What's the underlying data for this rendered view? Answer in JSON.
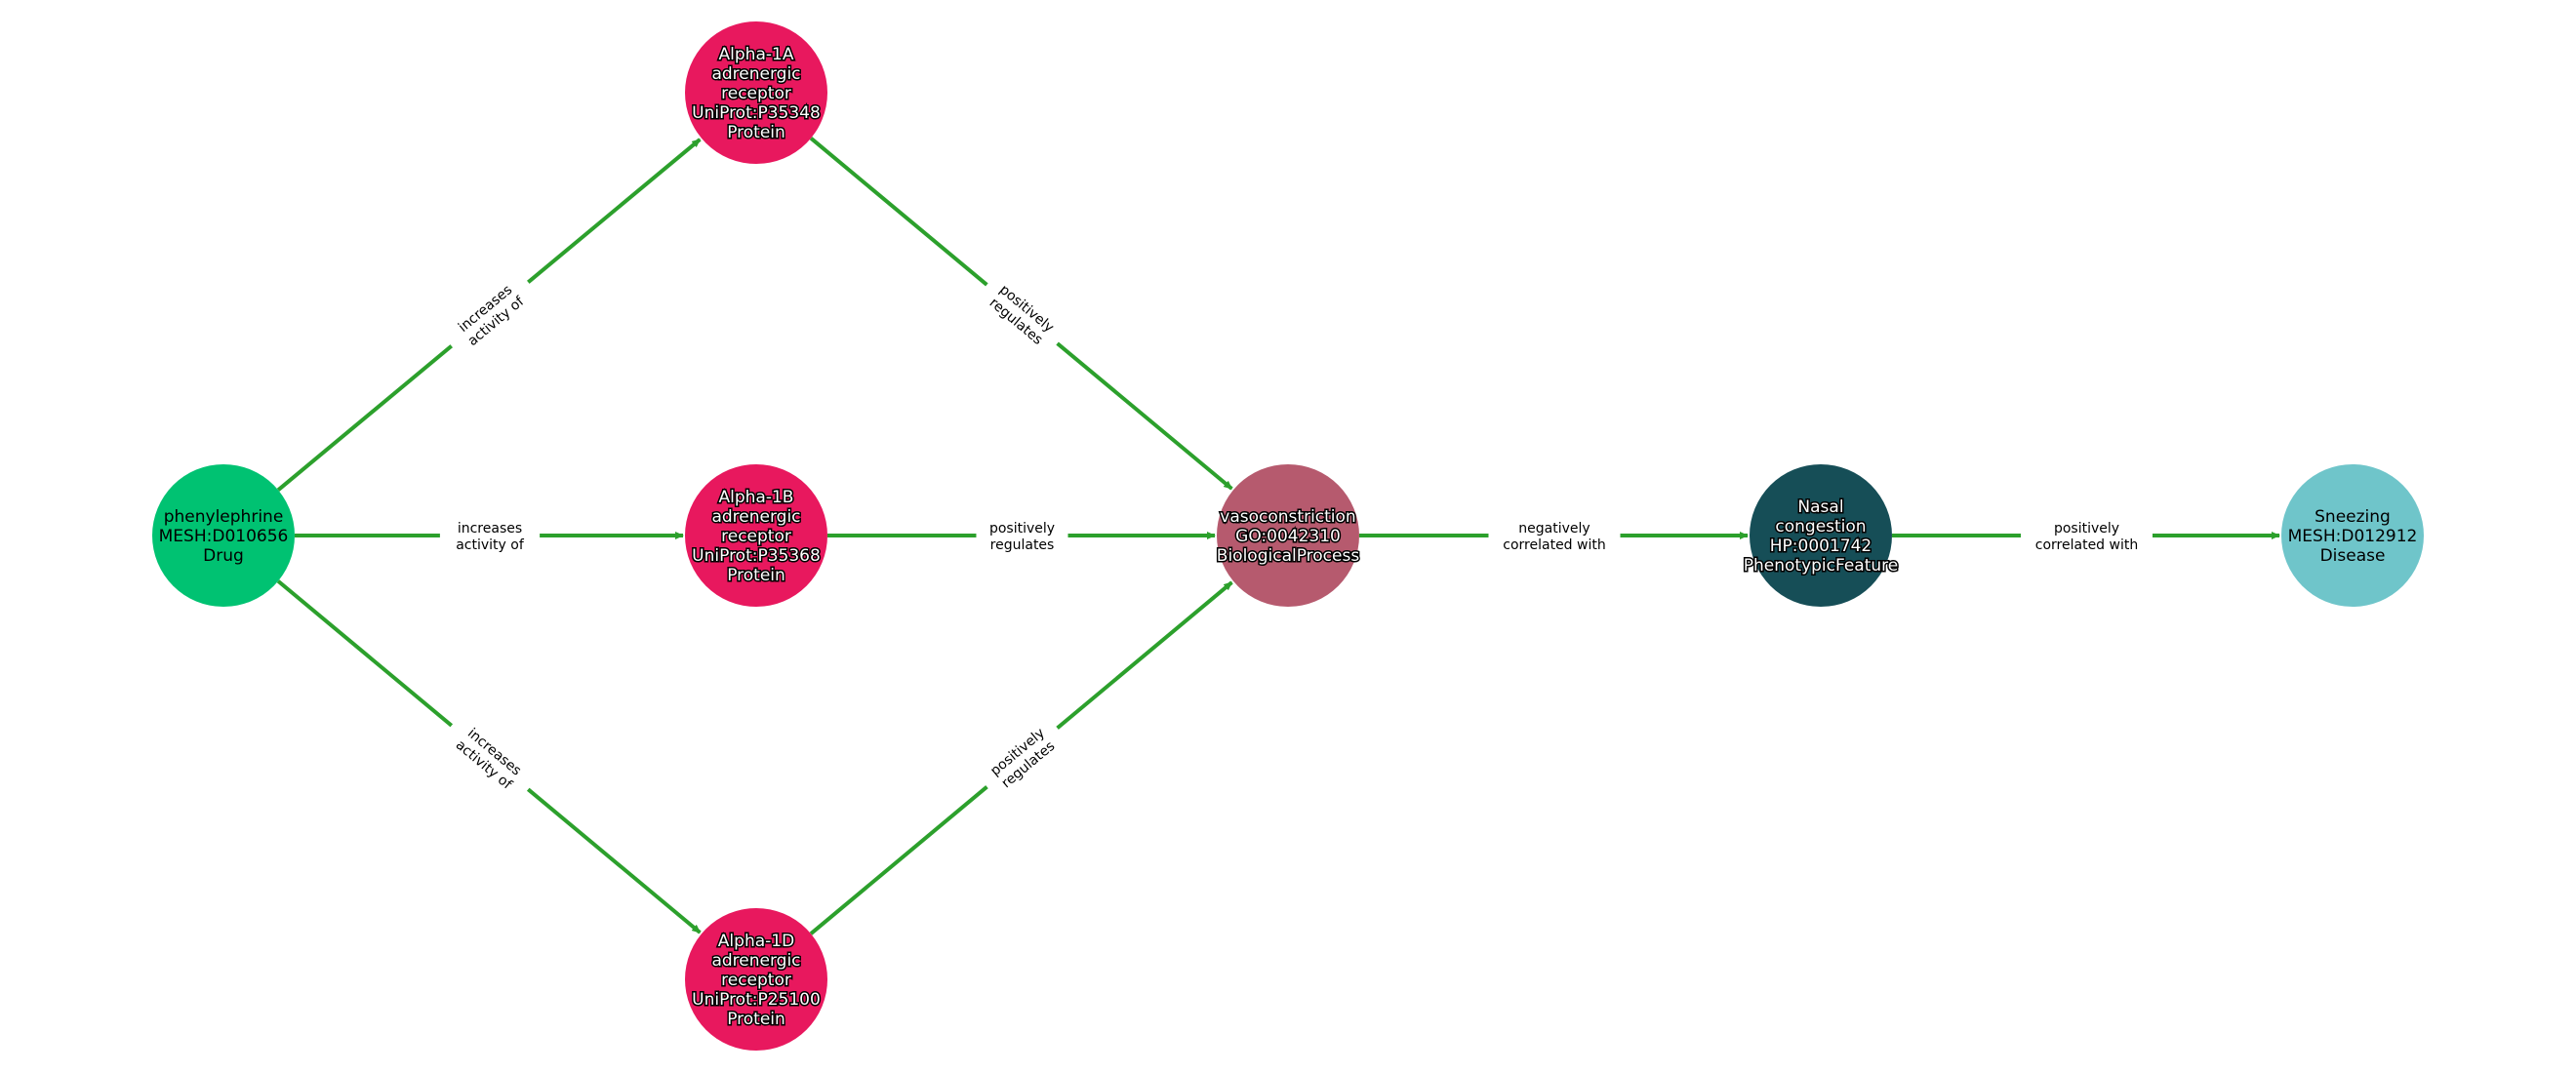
{
  "graph": {
    "edge_color": "#2ca02c",
    "nodes": [
      {
        "id": "phenylephrine",
        "lines": [
          "phenylephrine",
          "MESH:D010656",
          "Drug"
        ],
        "color": "#00c272",
        "text_style": "light"
      },
      {
        "id": "alpha1a",
        "lines": [
          "Alpha-1A",
          "adrenergic",
          "receptor",
          "UniProt:P35348",
          "Protein"
        ],
        "color": "#e8185e",
        "text_style": "dark"
      },
      {
        "id": "alpha1b",
        "lines": [
          "Alpha-1B",
          "adrenergic",
          "receptor",
          "UniProt:P35368",
          "Protein"
        ],
        "color": "#e8185e",
        "text_style": "dark"
      },
      {
        "id": "alpha1d",
        "lines": [
          "Alpha-1D",
          "adrenergic",
          "receptor",
          "UniProt:P25100",
          "Protein"
        ],
        "color": "#e8185e",
        "text_style": "dark"
      },
      {
        "id": "vasoconstriction",
        "lines": [
          "vasoconstriction",
          "GO:0042310",
          "BiologicalProcess"
        ],
        "color": "#b65a6e",
        "text_style": "dark"
      },
      {
        "id": "nasal",
        "lines": [
          "Nasal",
          "congestion",
          "HP:0001742",
          "PhenotypicFeature"
        ],
        "color": "#164e57",
        "text_style": "dark"
      },
      {
        "id": "sneezing",
        "lines": [
          "Sneezing",
          "MESH:D012912",
          "Disease"
        ],
        "color": "#6fc5ca",
        "text_style": "light"
      }
    ],
    "edges": [
      {
        "source": "phenylephrine",
        "target": "alpha1a",
        "lines": [
          "increases",
          "activity of"
        ]
      },
      {
        "source": "phenylephrine",
        "target": "alpha1b",
        "lines": [
          "increases",
          "activity of"
        ]
      },
      {
        "source": "phenylephrine",
        "target": "alpha1d",
        "lines": [
          "increases",
          "activity of"
        ]
      },
      {
        "source": "alpha1a",
        "target": "vasoconstriction",
        "lines": [
          "positively",
          "regulates"
        ]
      },
      {
        "source": "alpha1b",
        "target": "vasoconstriction",
        "lines": [
          "positively",
          "regulates"
        ]
      },
      {
        "source": "alpha1d",
        "target": "vasoconstriction",
        "lines": [
          "positively",
          "regulates"
        ]
      },
      {
        "source": "vasoconstriction",
        "target": "nasal",
        "lines": [
          "negatively",
          "correlated with"
        ]
      },
      {
        "source": "nasal",
        "target": "sneezing",
        "lines": [
          "positively",
          "correlated with"
        ]
      }
    ]
  }
}
